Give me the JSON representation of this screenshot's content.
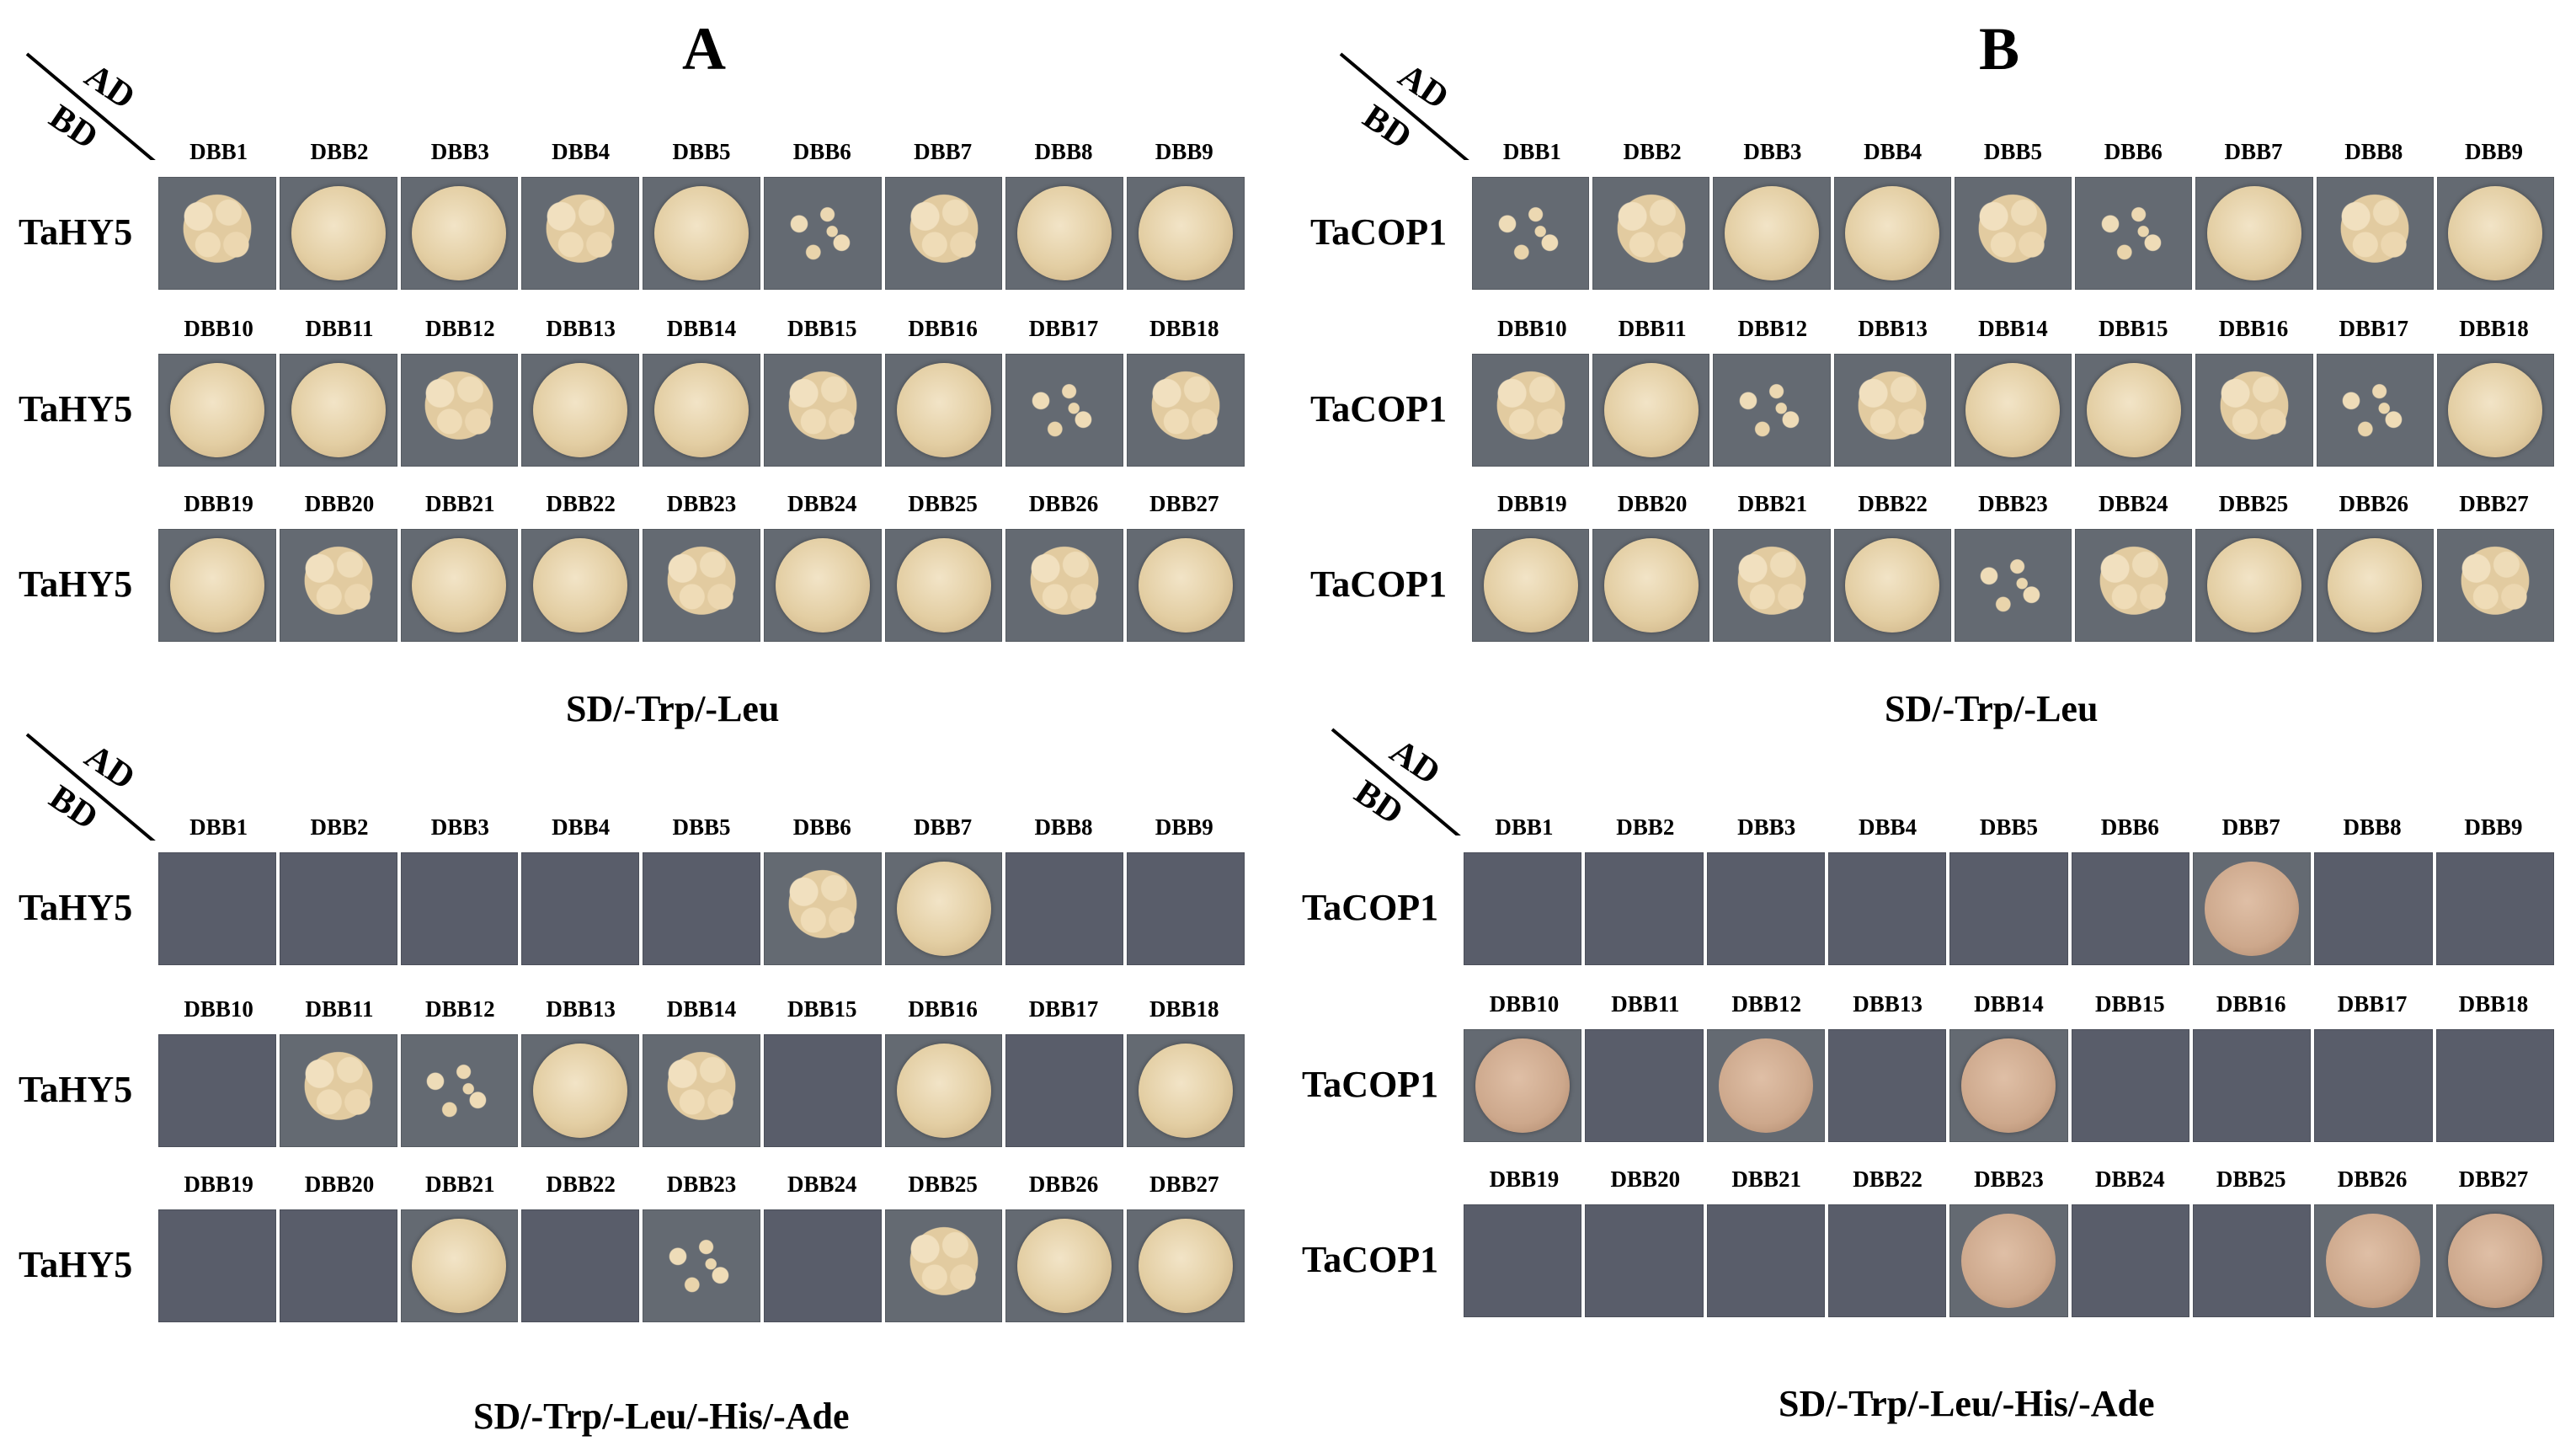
{
  "panel_a": {
    "letter": "A",
    "condition_top": "SD/-Trp/-Leu",
    "condition_bottom": "SD/-Trp/-Leu/-His/-Ade",
    "bait": "TaHY5"
  },
  "panel_b": {
    "letter": "B",
    "condition_top": "SD/-Trp/-Leu",
    "condition_bottom": "SD/-Trp/-Leu/-His/-Ade",
    "bait": "TaCOP1"
  },
  "corner": {
    "ad": "AD",
    "bd": "BD"
  },
  "row1_labels": [
    "DBB1",
    "DBB2",
    "DBB3",
    "DBB4",
    "DBB5",
    "DBB6",
    "DBB7",
    "DBB8",
    "DBB9"
  ],
  "row2_labels": [
    "DBB10",
    "DBB11",
    "DBB12",
    "DBB13",
    "DBB14",
    "DBB15",
    "DBB16",
    "DBB17",
    "DBB18"
  ],
  "row3_labels": [
    "DBB19",
    "DBB20",
    "DBB21",
    "DBB22",
    "DBB23",
    "DBB24",
    "DBB25",
    "DBB26",
    "DBB27"
  ],
  "growth": {
    "A_top": [
      [
        1,
        1,
        1,
        1,
        1,
        1,
        1,
        1,
        1
      ],
      [
        1,
        1,
        1,
        1,
        1,
        1,
        1,
        1,
        1
      ],
      [
        1,
        1,
        1,
        1,
        1,
        1,
        1,
        1,
        1
      ]
    ],
    "A_bottom": [
      [
        0,
        0,
        0,
        0,
        0,
        1,
        1,
        0,
        0
      ],
      [
        0,
        1,
        1,
        1,
        1,
        0,
        1,
        0,
        1
      ],
      [
        0,
        0,
        1,
        0,
        1,
        0,
        1,
        1,
        1
      ]
    ],
    "B_top": [
      [
        1,
        1,
        1,
        1,
        1,
        1,
        1,
        1,
        1
      ],
      [
        1,
        1,
        1,
        1,
        1,
        1,
        1,
        1,
        1
      ],
      [
        1,
        1,
        1,
        1,
        1,
        1,
        1,
        1,
        1
      ]
    ],
    "B_bottom": [
      [
        0,
        0,
        0,
        0,
        0,
        0,
        1,
        0,
        0
      ],
      [
        1,
        0,
        1,
        0,
        1,
        0,
        0,
        0,
        0
      ],
      [
        0,
        0,
        0,
        0,
        1,
        0,
        0,
        1,
        1
      ]
    ]
  }
}
